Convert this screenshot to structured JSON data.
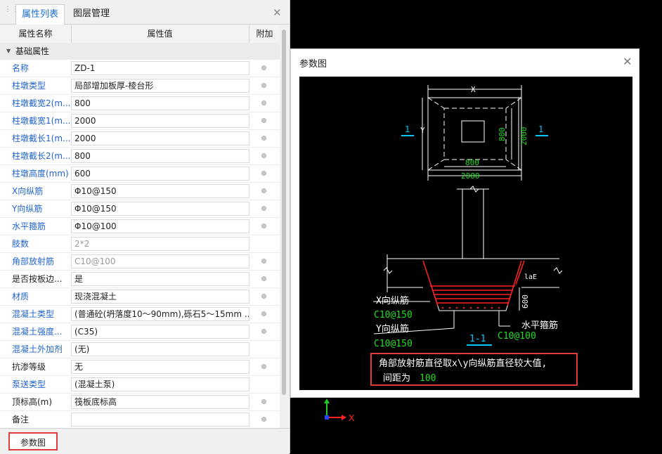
{
  "tabs": {
    "properties": "属性列表",
    "layers": "图层管理"
  },
  "table": {
    "col_name": "属性名称",
    "col_value": "属性值",
    "col_extra": "附加"
  },
  "group": {
    "label": "基础属性"
  },
  "rows": [
    {
      "name": "名称",
      "value": "ZD-1",
      "blue": true,
      "gray": false,
      "dot": true
    },
    {
      "name": "柱墩类型",
      "value": "局部增加板厚-棱台形",
      "blue": true,
      "gray": false,
      "dot": true
    },
    {
      "name": "柱墩截宽2(m...",
      "value": "800",
      "blue": true,
      "gray": false,
      "dot": true
    },
    {
      "name": "柱墩截宽1(m...",
      "value": "2000",
      "blue": true,
      "gray": false,
      "dot": true
    },
    {
      "name": "柱墩截长1(m...",
      "value": "2000",
      "blue": true,
      "gray": false,
      "dot": true
    },
    {
      "name": "柱墩截长2(m...",
      "value": "800",
      "blue": true,
      "gray": false,
      "dot": true
    },
    {
      "name": "柱墩高度(mm)",
      "value": "600",
      "blue": true,
      "gray": false,
      "dot": true
    },
    {
      "name": "X向纵筋",
      "value": "Φ10@150",
      "blue": true,
      "gray": false,
      "dot": true
    },
    {
      "name": "Y向纵筋",
      "value": "Φ10@150",
      "blue": true,
      "gray": false,
      "dot": true
    },
    {
      "name": "水平箍筋",
      "value": "Φ10@100",
      "blue": true,
      "gray": false,
      "dot": true
    },
    {
      "name": "肢数",
      "value": "2*2",
      "blue": true,
      "gray": true,
      "dot": false
    },
    {
      "name": "角部放射筋",
      "value": "C10@100",
      "blue": true,
      "gray": true,
      "dot": true
    },
    {
      "name": "是否按板边...",
      "value": "是",
      "blue": false,
      "gray": false,
      "dot": true
    },
    {
      "name": "材质",
      "value": "现浇混凝土",
      "blue": true,
      "gray": false,
      "dot": true
    },
    {
      "name": "混凝土类型",
      "value": "(普通砼(坍落度10～90mm),砾石5～15mm ...",
      "blue": true,
      "gray": false,
      "dot": true
    },
    {
      "name": "混凝土强度...",
      "value": "(C35)",
      "blue": true,
      "gray": false,
      "dot": true
    },
    {
      "name": "混凝土外加剂",
      "value": "(无)",
      "blue": true,
      "gray": false,
      "dot": false
    },
    {
      "name": "抗渗等级",
      "value": "无",
      "blue": false,
      "gray": false,
      "dot": true
    },
    {
      "name": "泵送类型",
      "value": "(混凝土泵)",
      "blue": true,
      "gray": false,
      "dot": false
    },
    {
      "name": "顶标高(m)",
      "value": "筏板底标高",
      "blue": false,
      "gray": false,
      "dot": true
    },
    {
      "name": "备注",
      "value": "",
      "blue": false,
      "gray": false,
      "dot": true
    }
  ],
  "footer": {
    "param_button": "参数图"
  },
  "dialog": {
    "title": "参数图",
    "drawing": {
      "dim_x": "X",
      "dim_y": "Y",
      "dim_800_right": "800",
      "dim_2000_right": "2000",
      "dim_800_bottom": "800",
      "dim_2000_bottom": "2000",
      "section_mark": "1",
      "lae": "laE",
      "height_600": "600",
      "x_bar_label": "X向纵筋",
      "x_bar_spec": "C10@150",
      "y_bar_label": "Y向纵筋",
      "y_bar_spec": "C10@150",
      "hoop_label": "水平箍筋",
      "hoop_spec": "C10@100",
      "section_title": "1-1",
      "note_line1": "角部放射筋直径取x\\y向纵筋直径较大值,",
      "note_line2_prefix": "间距为",
      "note_line2_value": "100"
    }
  },
  "axis": {
    "x_label": "X"
  },
  "colors": {
    "cad_green": "#22dd22",
    "cad_cyan": "#00c8ff",
    "cad_red": "#ff2020",
    "highlight": "#e23b3b"
  }
}
